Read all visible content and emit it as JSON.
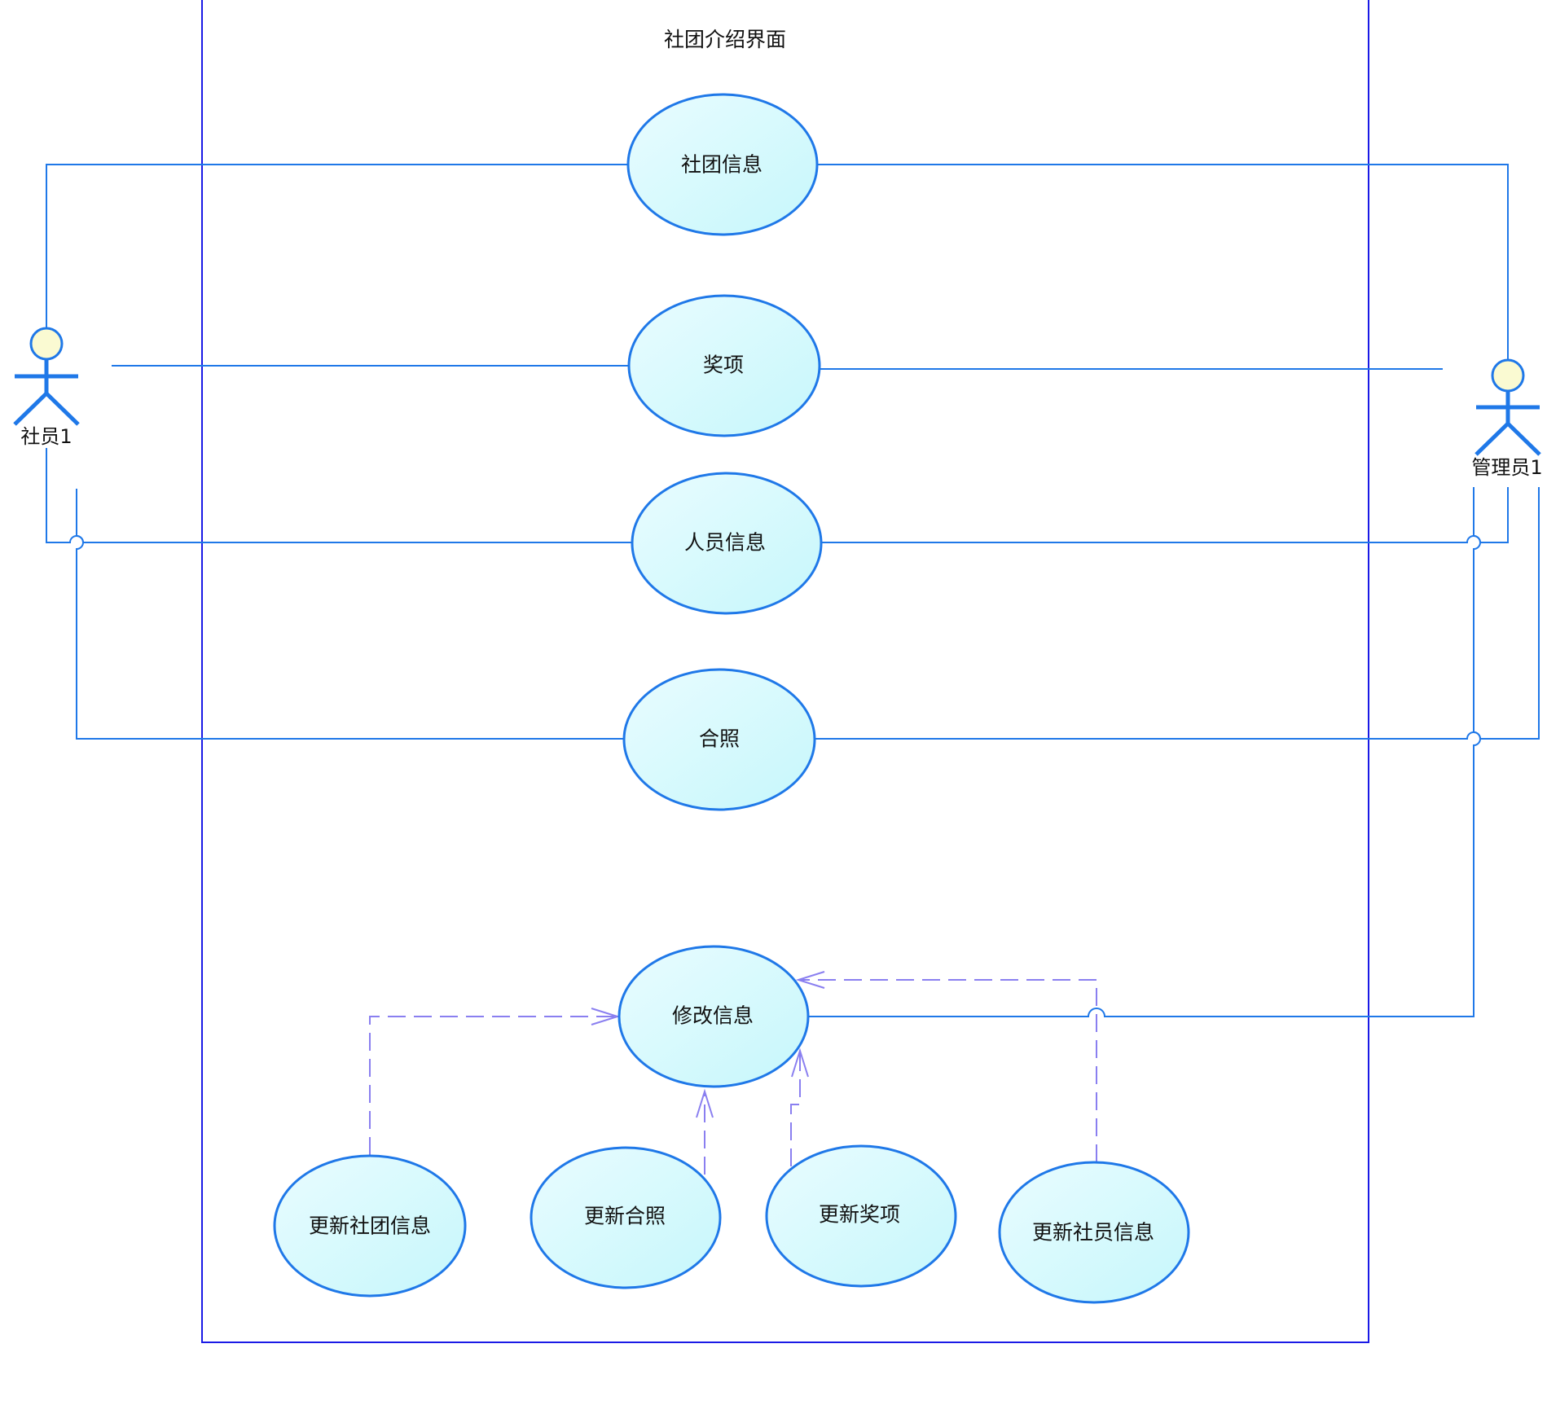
{
  "system": {
    "title": "社团介绍界面"
  },
  "actors": {
    "member": {
      "label": "社员1"
    },
    "admin": {
      "label": "管理员1"
    }
  },
  "use_cases": {
    "club_info": "社团信息",
    "awards": "奖项",
    "member_info": "人员信息",
    "group_photo": "合照",
    "modify_info": "修改信息",
    "update_club_info": "更新社团信息",
    "update_photo": "更新合照",
    "update_awards": "更新奖项",
    "update_member_info": "更新社员信息"
  },
  "colors": {
    "line": "#1f78e8",
    "boundary": "#1a1ae6",
    "use_case_fill_top": "#c8f4ff",
    "use_case_fill_bottom": "#e6fdff",
    "use_case_stroke": "#1f78e8",
    "dependency": "#8a7ff0",
    "actor_head": "#fafad2",
    "actor_body": "#1f78e8"
  }
}
